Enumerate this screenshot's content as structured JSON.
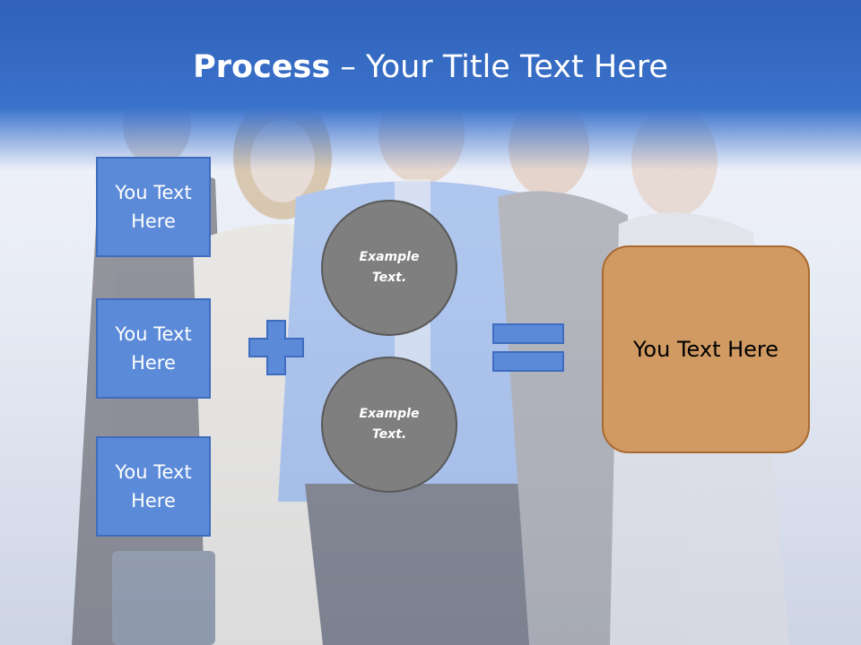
{
  "title": {
    "bold": "Process",
    "dash": " – ",
    "rest": "Your Title Text Here"
  },
  "boxes": [
    {
      "label": "You Text Here"
    },
    {
      "label": "You Text Here"
    },
    {
      "label": "You Text Here"
    }
  ],
  "circles": [
    {
      "label": "Example Text."
    },
    {
      "label": "Example Text."
    }
  ],
  "result": {
    "label": "You Text Here"
  },
  "colors": {
    "header": "#3b72cc",
    "box": "#5b8ad8",
    "circle": "#7f7f7f",
    "result": "#d09a62"
  },
  "icons": {
    "plus": "plus-icon",
    "equals": "equals-icon"
  }
}
